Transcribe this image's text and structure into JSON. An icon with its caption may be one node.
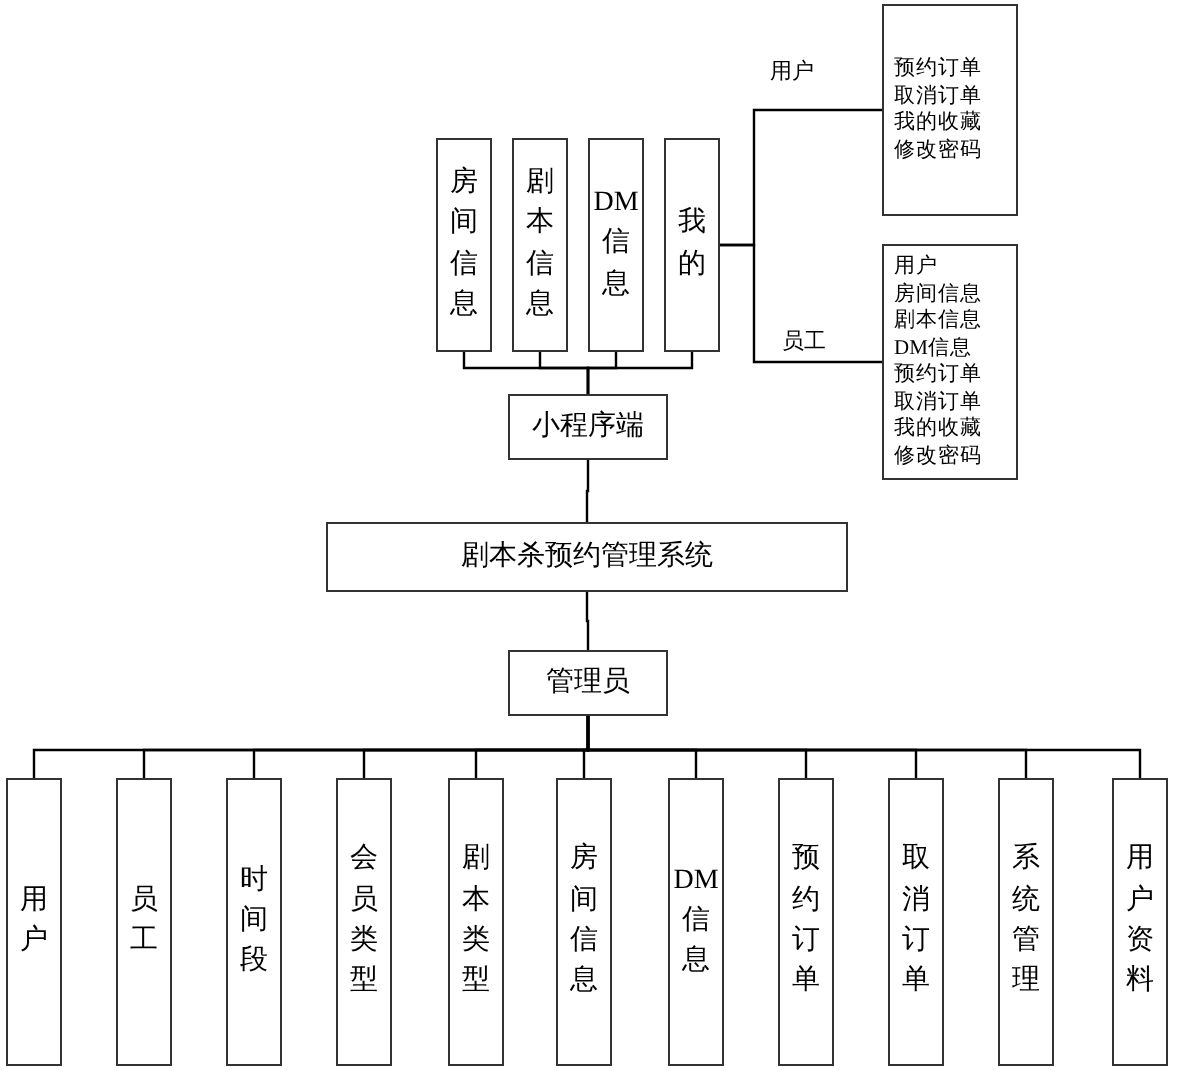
{
  "diagram": {
    "nodes": [
      {
        "text": [
          "剧本杀预约管理系统"
        ]
      },
      {
        "text": [
          "小程序端"
        ]
      },
      {
        "text": [
          "房间信息"
        ]
      },
      {
        "text": [
          "剧本信息"
        ]
      },
      {
        "text": [
          "DM信息"
        ]
      },
      {
        "text": [
          "我的"
        ]
      },
      {
        "text": [
          "预约订单",
          "取消订单",
          "我的收藏",
          "修改密码"
        ]
      },
      {
        "text": [
          "用户",
          "房间信息",
          "剧本信息",
          "DM信息",
          "预约订单",
          "取消订单",
          "我的收藏",
          "修改密码"
        ]
      },
      {
        "text": [
          "管理员"
        ]
      },
      {
        "text": [
          "用户"
        ]
      },
      {
        "text": [
          "员工"
        ]
      },
      {
        "text": [
          "时间段"
        ]
      },
      {
        "text": [
          "会员类型"
        ]
      },
      {
        "text": [
          "剧本类型"
        ]
      },
      {
        "text": [
          "房间信息"
        ]
      },
      {
        "text": [
          "DM信息"
        ]
      },
      {
        "text": [
          "预约订单"
        ]
      },
      {
        "text": [
          "取消订单"
        ]
      },
      {
        "text": [
          "系统管理"
        ]
      },
      {
        "text": [
          "用户资料"
        ]
      }
    ],
    "edges": [
      {
        "from": 0,
        "to": 1,
        "arrow": "none"
      },
      {
        "from": 1,
        "to": 2,
        "arrow": "none"
      },
      {
        "from": 1,
        "to": 3,
        "arrow": "none"
      },
      {
        "from": 1,
        "to": 4,
        "arrow": "none"
      },
      {
        "from": 1,
        "to": 5,
        "arrow": "none"
      },
      {
        "from": 5,
        "to": 6,
        "arrow": "none",
        "label": "用户"
      },
      {
        "from": 5,
        "to": 7,
        "arrow": "none",
        "label": "员工"
      },
      {
        "from": 0,
        "to": 8,
        "arrow": "none"
      },
      {
        "from": 8,
        "to": 9,
        "arrow": "none"
      },
      {
        "from": 8,
        "to": 10,
        "arrow": "none"
      },
      {
        "from": 8,
        "to": 11,
        "arrow": "none"
      },
      {
        "from": 8,
        "to": 12,
        "arrow": "none"
      },
      {
        "from": 8,
        "to": 13,
        "arrow": "none"
      },
      {
        "from": 8,
        "to": 14,
        "arrow": "none"
      },
      {
        "from": 8,
        "to": 15,
        "arrow": "none"
      },
      {
        "from": 8,
        "to": 16,
        "arrow": "none"
      },
      {
        "from": 8,
        "to": 17,
        "arrow": "none"
      },
      {
        "from": 8,
        "to": 18,
        "arrow": "none"
      },
      {
        "from": 8,
        "to": 19,
        "arrow": "none"
      }
    ]
  }
}
